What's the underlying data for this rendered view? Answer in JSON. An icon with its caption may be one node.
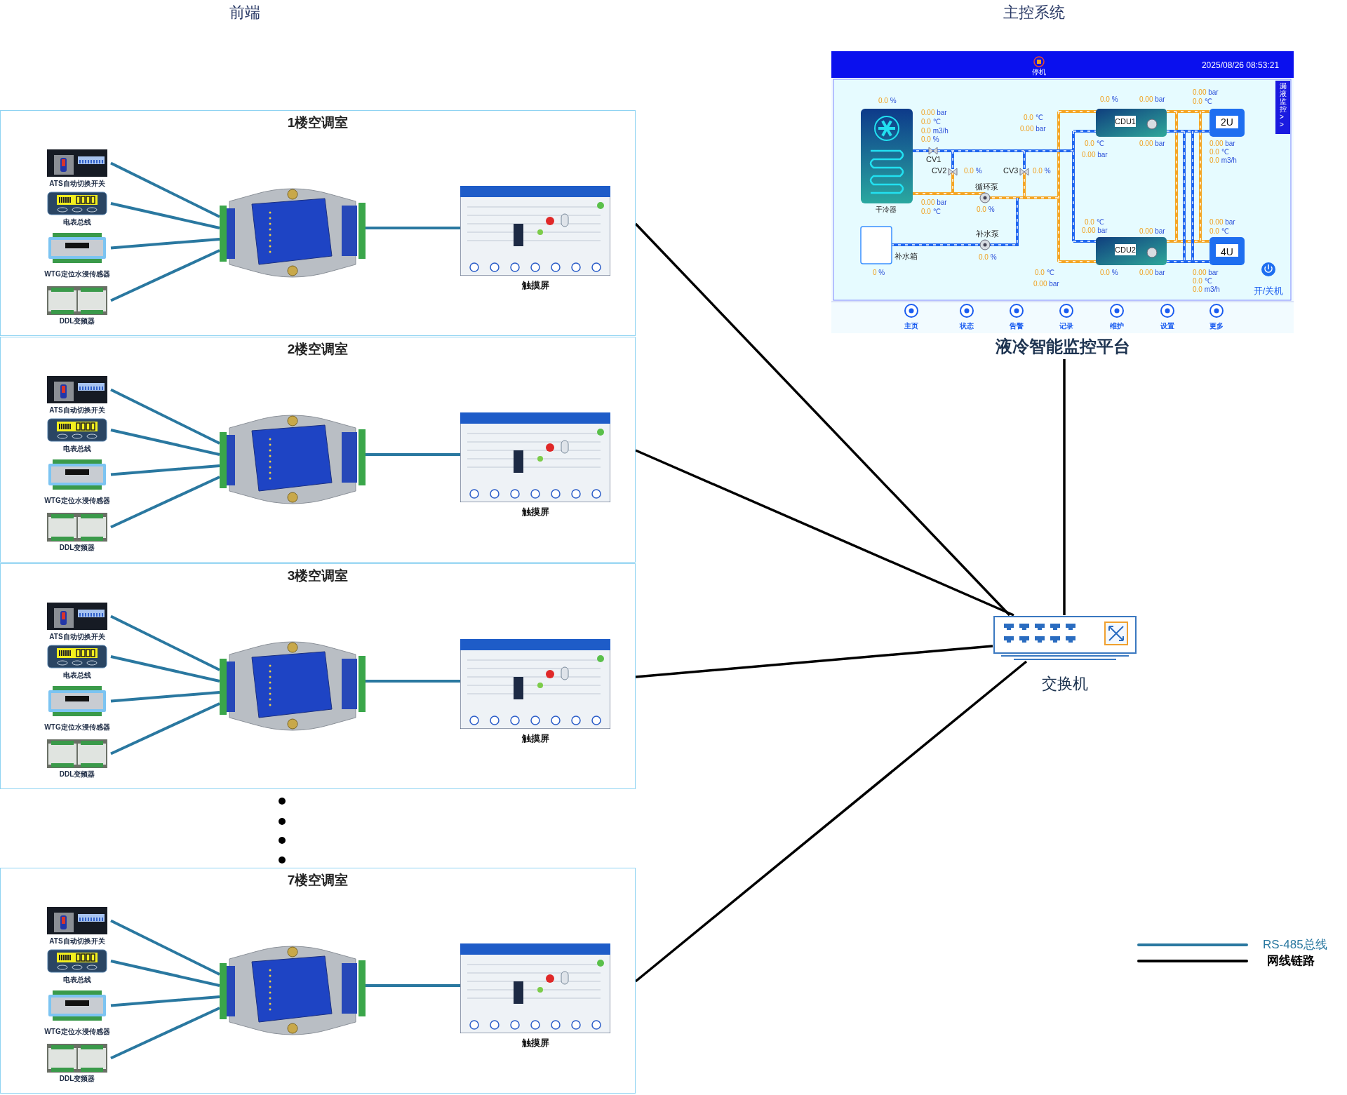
{
  "diagram": {
    "nodes": [
      {
        "text": [
          "1楼空调室"
        ]
      },
      {
        "text": [
          "ATS自动切换开关"
        ],
        "in": 0
      },
      {
        "text": [
          "电表总线"
        ],
        "in": 0
      },
      {
        "text": [
          "WTG定位水浸传感器"
        ],
        "in": 0
      },
      {
        "text": [
          "DDL变频器"
        ],
        "in": 0
      },
      {
        "text": [],
        "shape": "picture",
        "in": 0
      },
      {
        "text": [
          "触摸屏"
        ],
        "in": 0
      },
      {
        "text": [
          "2楼空调室"
        ]
      },
      {
        "text": [
          "ATS自动切换开关"
        ],
        "in": 7
      },
      {
        "text": [
          "电表总线"
        ],
        "in": 7
      },
      {
        "text": [
          "WTG定位水浸传感器"
        ],
        "in": 7
      },
      {
        "text": [
          "DDL变频器"
        ],
        "in": 7
      },
      {
        "text": [],
        "shape": "picture",
        "in": 7
      },
      {
        "text": [
          "触摸屏"
        ],
        "in": 7
      },
      {
        "text": [
          "3楼空调室"
        ]
      },
      {
        "text": [
          "ATS自动切换开关"
        ],
        "in": 14
      },
      {
        "text": [
          "电表总线"
        ],
        "in": 14
      },
      {
        "text": [
          "WTG定位水浸传感器"
        ],
        "in": 14
      },
      {
        "text": [
          "DDL变频器"
        ],
        "in": 14
      },
      {
        "text": [],
        "shape": "picture",
        "in": 14
      },
      {
        "text": [
          "触摸屏"
        ],
        "in": 14
      },
      {
        "text": [
          "7楼空调室"
        ]
      },
      {
        "text": [
          "ATS自动切换开关"
        ],
        "in": 21
      },
      {
        "text": [
          "电表总线"
        ],
        "in": 21
      },
      {
        "text": [
          "WTG定位水浸传感器"
        ],
        "in": 21
      },
      {
        "text": [
          "DDL变频器"
        ],
        "in": 21
      },
      {
        "text": [],
        "shape": "picture",
        "in": 21
      },
      {
        "text": [
          "触摸屏"
        ],
        "in": 21
      },
      {
        "text": [
          "液冷智能监控平台"
        ]
      },
      {
        "text": [
          "交换机"
        ]
      }
    ],
    "edges": [
      {
        "from": 1,
        "to": 5,
        "arrow": "none"
      },
      {
        "from": 2,
        "to": 5,
        "arrow": "none"
      },
      {
        "from": 3,
        "to": 5,
        "arrow": "none"
      },
      {
        "from": 4,
        "to": 5,
        "arrow": "none"
      },
      {
        "from": 5,
        "to": 6,
        "arrow": "none"
      },
      {
        "from": 8,
        "to": 12,
        "arrow": "none"
      },
      {
        "from": 9,
        "to": 12,
        "arrow": "none"
      },
      {
        "from": 10,
        "to": 12,
        "arrow": "none"
      },
      {
        "from": 11,
        "to": 12,
        "arrow": "none"
      },
      {
        "from": 12,
        "to": 13,
        "arrow": "none"
      },
      {
        "from": 15,
        "to": 19,
        "arrow": "none"
      },
      {
        "from": 16,
        "to": 19,
        "arrow": "none"
      },
      {
        "from": 17,
        "to": 19,
        "arrow": "none"
      },
      {
        "from": 18,
        "to": 19,
        "arrow": "none"
      },
      {
        "from": 19,
        "to": 20,
        "arrow": "none"
      },
      {
        "from": 22,
        "to": 26,
        "arrow": "none"
      },
      {
        "from": 23,
        "to": 26,
        "arrow": "none"
      },
      {
        "from": 24,
        "to": 26,
        "arrow": "none"
      },
      {
        "from": 25,
        "to": 26,
        "arrow": "none"
      },
      {
        "from": 26,
        "to": 27,
        "arrow": "none"
      },
      {
        "from": 0,
        "to": 29,
        "arrow": "none",
        "color": "#000000"
      },
      {
        "from": 7,
        "to": 29,
        "arrow": "none",
        "color": "#000000"
      },
      {
        "from": 14,
        "to": 29,
        "arrow": "none",
        "color": "#000000"
      },
      {
        "from": 21,
        "to": 29,
        "arrow": "none",
        "color": "#000000"
      },
      {
        "from": 28,
        "to": 29,
        "arrow": "none",
        "color": "#000000"
      }
    ],
    "labels": [
      "前端",
      "主控系统",
      "停机",
      "2025/08/26 08:53:21",
      "漏液监控>>",
      "0.0 %",
      "0.00 bar",
      "0.0 ℃",
      "0.0 m3/h",
      "0.0 %",
      "干冷器",
      "0.00 bar",
      "0.0 ℃",
      "CV1",
      "CV2",
      "0.0 %",
      "CV3",
      "0.0 %",
      "循环泵",
      "0.0 %",
      "0.0 ℃",
      "0.00 bar",
      "补水箱",
      "0 %",
      "补水泵",
      "0.0 %",
      "0.0 %",
      "0.00 bar",
      "CDU1",
      "0.00 bar",
      "0.0 ℃",
      "2U",
      "0.0 ℃",
      "0.00 bar",
      "0.00 bar",
      "0.00 bar",
      "0.0 ℃",
      "0.0 m3/h",
      "0.0 ℃",
      "0.00 bar",
      "0.00 bar",
      "0.00 bar",
      "0.0 ℃",
      "CDU2",
      "4U",
      "0.0 ℃",
      "0.00 bar",
      "0.0 %",
      "0.00 bar",
      "0.00 bar",
      "0.0 ℃",
      "0.0 m3/h",
      "开/关机",
      "主页",
      "状态",
      "告警",
      "记录",
      "维护",
      "设置",
      "更多"
    ],
    "legend": [
      {
        "text": "RS-485总线"
      },
      {
        "text": "网线链路"
      }
    ]
  }
}
